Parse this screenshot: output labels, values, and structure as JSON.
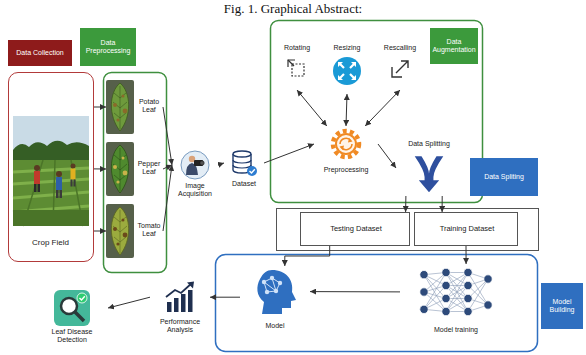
{
  "diagram": {
    "title": "Fig. 1. Graphical Abstract:",
    "nodes": [
      {
        "text": [
          "Data Collection"
        ]
      },
      {
        "text": [
          "Data Preprocessing"
        ]
      },
      {
        "text": [
          "Crop Field"
        ]
      },
      {
        "text": [
          "Potato Leaf"
        ]
      },
      {
        "text": [
          "Pepper Leaf"
        ]
      },
      {
        "text": [
          "Tomato Leaf"
        ]
      },
      {
        "text": [
          "Image Acquisition"
        ]
      },
      {
        "text": [
          "Dataset"
        ]
      },
      {
        "text": [
          "Rotating"
        ]
      },
      {
        "text": [
          "Resizing"
        ]
      },
      {
        "text": [
          "Rescalling"
        ]
      },
      {
        "text": [
          "Data Augmentation"
        ]
      },
      {
        "text": [
          "Preprocessing"
        ]
      },
      {
        "text": [
          "Data Splitting"
        ]
      },
      {
        "text": [
          "Data Spliting"
        ]
      },
      {
        "text": [
          "Testing Dataset"
        ]
      },
      {
        "text": [
          "Training Dataset"
        ]
      },
      {
        "text": [
          "Model training"
        ]
      },
      {
        "text": [
          "Model"
        ]
      },
      {
        "text": [
          "Model Building"
        ]
      },
      {
        "text": [
          "Performance Analysis"
        ]
      },
      {
        "text": [
          "Leaf Disease Detection"
        ]
      }
    ],
    "edges": [
      {
        "from": 2,
        "to": 3,
        "arrow": "to"
      },
      {
        "from": 2,
        "to": 4,
        "arrow": "to"
      },
      {
        "from": 2,
        "to": 5,
        "arrow": "to"
      },
      {
        "from": 3,
        "to": 6,
        "arrow": "to"
      },
      {
        "from": 4,
        "to": 6,
        "arrow": "to"
      },
      {
        "from": 5,
        "to": 6,
        "arrow": "to"
      },
      {
        "from": 6,
        "to": 7,
        "arrow": "to"
      },
      {
        "from": 7,
        "to": 12,
        "arrow": "to"
      },
      {
        "from": 12,
        "to": 8,
        "arrow": "both"
      },
      {
        "from": 12,
        "to": 9,
        "arrow": "both"
      },
      {
        "from": 12,
        "to": 10,
        "arrow": "both"
      },
      {
        "from": 12,
        "to": 13,
        "arrow": "to"
      },
      {
        "from": 13,
        "to": 15,
        "arrow": "to"
      },
      {
        "from": 13,
        "to": 16,
        "arrow": "to"
      },
      {
        "from": 15,
        "to": 18,
        "arrow": "to"
      },
      {
        "from": 16,
        "to": 17,
        "arrow": "to"
      },
      {
        "from": 17,
        "to": 18,
        "arrow": "to"
      },
      {
        "from": 18,
        "to": 20,
        "arrow": "to"
      },
      {
        "from": 20,
        "to": 21,
        "arrow": "to"
      }
    ]
  }
}
